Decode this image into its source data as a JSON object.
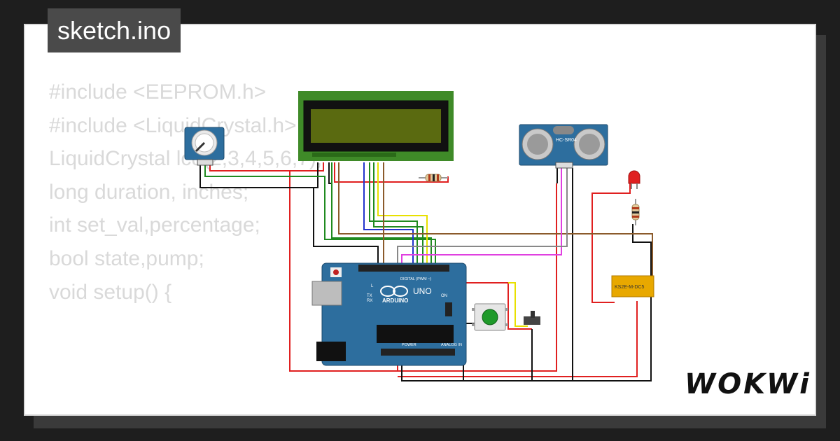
{
  "file_tab": {
    "label": "sketch.ino"
  },
  "code_lines": [
    "#include <EEPROM.h>",
    "",
    "#include <LiquidCrystal.h>",
    "LiquidCrystal lcd(2,3,4,5,6,7);",
    "",
    "long duration, inches;",
    "int set_val,percentage;",
    "bool state,pump;",
    "",
    "",
    "void setup() {"
  ],
  "brand": {
    "label": "WOKWi"
  },
  "components": {
    "ultrasonic": {
      "label": "HC-SR04"
    },
    "relay": {
      "label": "KS2E-M-DC5"
    },
    "arduino": {
      "brand": "ARDUINO",
      "model": "UNO",
      "digital_label": "DIGITAL (PWM ~)",
      "analog_label": "ANALOG IN",
      "power_label": "POWER",
      "on_label": "ON",
      "l_label": "L",
      "tx_label": "TX",
      "rx_label": "RX"
    }
  },
  "colors": {
    "board_blue": "#2d6e9e",
    "lcd_green": "#3f8a28",
    "wire_red": "#e02020",
    "wire_black": "#111111",
    "wire_green": "#1f8a1f",
    "wire_yellow": "#e8e000",
    "wire_blue": "#2233cc",
    "wire_brown": "#8b5a2b",
    "wire_magenta": "#e040e0",
    "wire_gray": "#888888"
  }
}
